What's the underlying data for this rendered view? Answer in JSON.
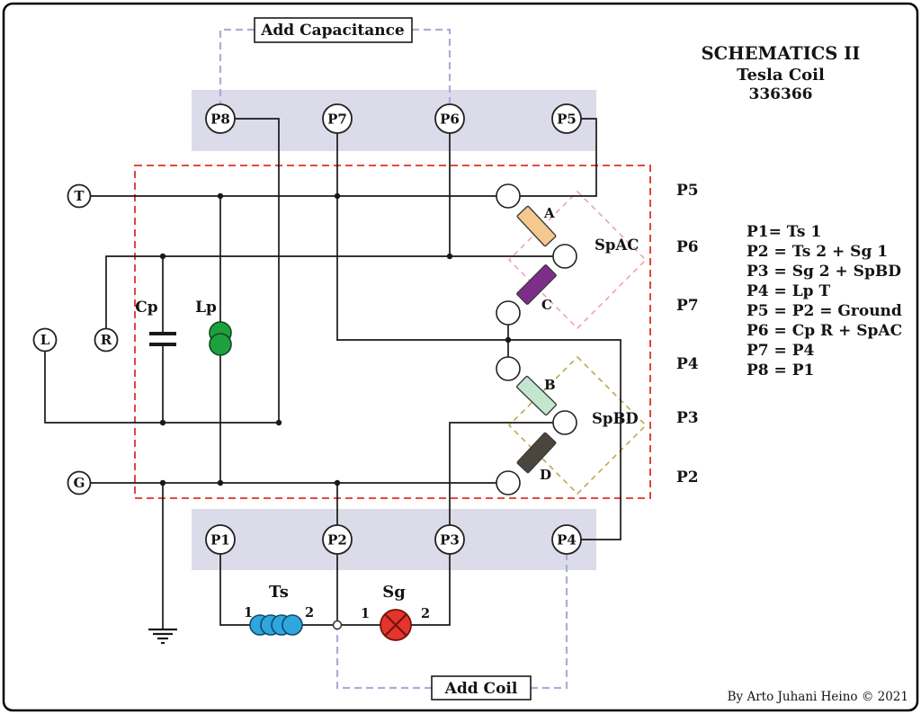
{
  "title": {
    "l1": "SCHEMATICS II",
    "l2": "Tesla Coil",
    "l3": "336366"
  },
  "callouts": {
    "cap": "Add Capacitance",
    "coil": "Add Coil"
  },
  "bus_top": [
    "P8",
    "P7",
    "P6",
    "P5"
  ],
  "bus_bottom": [
    "P1",
    "P2",
    "P3",
    "P4"
  ],
  "terminals": [
    "T",
    "L",
    "R",
    "G"
  ],
  "labels": {
    "cp": "Cp",
    "lp": "Lp",
    "ts": "Ts",
    "sg": "Sg",
    "spac": "SpAC",
    "spbd": "SpBD",
    "a": "A",
    "b": "B",
    "c": "C",
    "d": "D"
  },
  "pins": {
    "ts1": "1",
    "ts2": "2",
    "sg1": "1",
    "sg2": "2"
  },
  "net_labels": [
    "P5",
    "P6",
    "P7",
    "P4",
    "P3",
    "P2"
  ],
  "legend": [
    "P1= Ts 1",
    "P2 = Ts 2 + Sg 1",
    "P3 = Sg 2 + SpBD",
    "P4 = Lp T",
    "P5 = P2 = Ground",
    "P6 = Cp R + SpAC",
    "P7 = P4",
    "P8 = P1"
  ],
  "credit": "By Arto Juhani Heino © 2021",
  "colors": {
    "bus_bar_fill": "#DBDBE9",
    "lavender_dash": "#ABAED8",
    "red_dash": "#E03028",
    "spac_dash": "#ECA6A6",
    "spbd_dash": "#C0A74E",
    "gap_a_fill": "#F5C98E",
    "gap_b_fill": "#C2E7CE",
    "gap_c_fill": "#7E2E8A",
    "gap_d_fill": "#4B463D",
    "sg_fill": "#E5342C",
    "ts_fill": "#2EA6DF",
    "lp_fill": "#1CA23D"
  }
}
